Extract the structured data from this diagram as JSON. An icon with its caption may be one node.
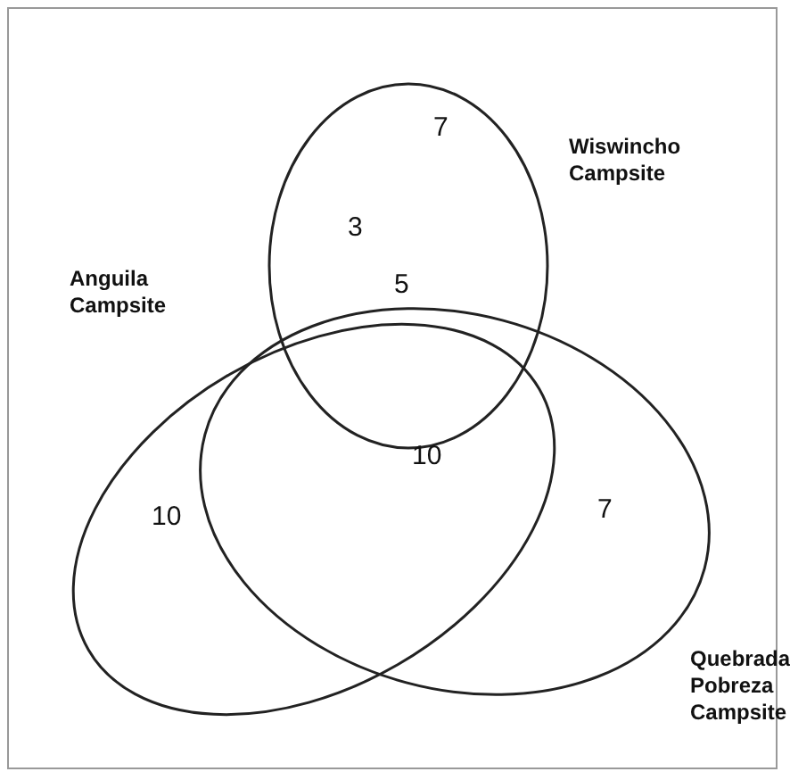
{
  "diagram": {
    "nodes": [
      {
        "text": [
          "Wiswincho Campsite"
        ]
      },
      {
        "text": [
          "Anguila Campsite"
        ]
      },
      {
        "text": [
          "Quebrada Pobreza Campsite"
        ]
      }
    ],
    "labels": [
      "7",
      "3",
      "5",
      "10",
      "7",
      "10"
    ]
  }
}
